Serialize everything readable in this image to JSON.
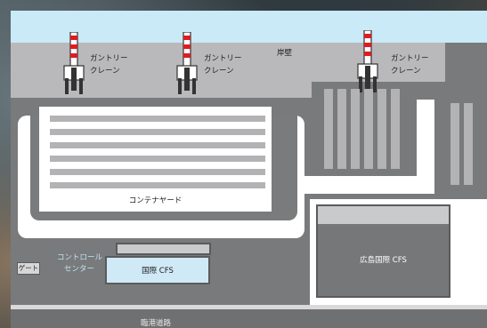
{
  "quay": {
    "label": "岸壁"
  },
  "cranes": [
    {
      "label_line1": "ガントリー",
      "label_line2": "クレーン"
    },
    {
      "label_line1": "ガントリー",
      "label_line2": "クレーン"
    },
    {
      "label_line1": "ガントリー",
      "label_line2": "クレーン"
    }
  ],
  "container_yard": {
    "label": "コンテナヤード"
  },
  "gate": {
    "label": "ゲート"
  },
  "control_center": {
    "label_line1": "コントロール",
    "label_line2": "センター"
  },
  "kokusai_cfs": {
    "label": "国際 CFS"
  },
  "hiroshima_cfs": {
    "label": "広島国際 CFS"
  },
  "road": {
    "label": "臨港道路"
  },
  "colors": {
    "sea": "#c9eaf6",
    "quay": "#b9b9bb",
    "ground": "#797a7c",
    "crane_red": "#e01b22",
    "cfs_blue": "#cfe9f6"
  },
  "icons": [
    "gantry-crane-icon"
  ]
}
